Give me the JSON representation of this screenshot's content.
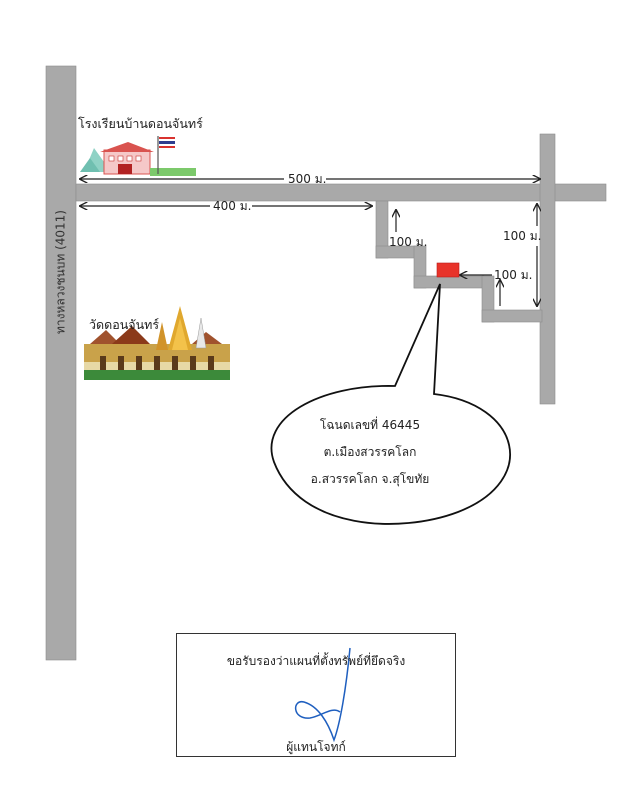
{
  "places": {
    "school": "โรงเรียนบ้านดอนจันทร์",
    "temple": "วัดดอนจันทร์"
  },
  "road": {
    "main_highway": "ทางหลวงชนบท (4011)"
  },
  "distances": {
    "top_road": "500 ม.",
    "mid_road": "400 ม.",
    "left_branch": "100 ม.",
    "right_branch": "100 ม.",
    "plot_gap": "100 ม."
  },
  "callout": {
    "line1": "โฉนดเลขที่ 46445",
    "line2": "ต.เมืองสวรรคโลก",
    "line3": "อ.สวรรคโลก จ.สุโขทัย"
  },
  "certification": {
    "statement": "ขอรับรองว่าแผนที่ตั้งทรัพย์ที่ยึดจริง",
    "signer": "ผู้แทนโจทก์"
  },
  "colors": {
    "road": "#a9a9a9",
    "road_edge": "#8d8d8d",
    "property_marker": "#e8332a",
    "signature_ink": "#1f5fbf"
  }
}
